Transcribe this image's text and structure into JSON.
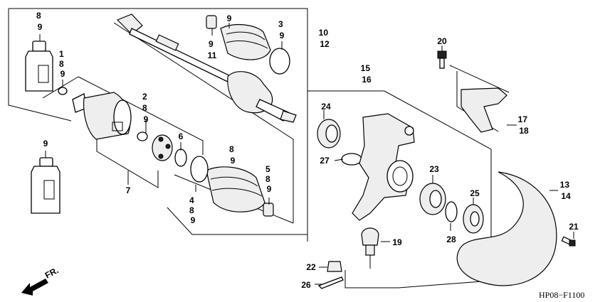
{
  "labels": [
    {
      "id": "ref-8-9-oil-top",
      "lines": [
        "8",
        "9"
      ]
    },
    {
      "id": "ref-1-8-9",
      "lines": [
        "1",
        "8",
        "9"
      ]
    },
    {
      "id": "ref-9-oil-bottom",
      "lines": [
        "9"
      ]
    },
    {
      "id": "ref-7",
      "lines": [
        "7"
      ]
    },
    {
      "id": "ref-2-8-9",
      "lines": [
        "2",
        "8",
        "9"
      ]
    },
    {
      "id": "ref-6",
      "lines": [
        "6"
      ]
    },
    {
      "id": "ref-9-11",
      "lines": [
        "9",
        "11"
      ]
    },
    {
      "id": "ref-9-boot-top",
      "lines": [
        "9"
      ]
    },
    {
      "id": "ref-3-9",
      "lines": [
        "3",
        "9"
      ]
    },
    {
      "id": "ref-10-12",
      "lines": [
        "10",
        "12"
      ]
    },
    {
      "id": "ref-8-9-boot-bottom",
      "lines": [
        "8",
        "9"
      ]
    },
    {
      "id": "ref-5-8-9",
      "lines": [
        "5",
        "8",
        "9"
      ]
    },
    {
      "id": "ref-4-8-9",
      "lines": [
        "4",
        "8",
        "9"
      ]
    },
    {
      "id": "ref-15-16",
      "lines": [
        "15",
        "16"
      ]
    },
    {
      "id": "ref-24",
      "lines": [
        "24"
      ]
    },
    {
      "id": "ref-27",
      "lines": [
        "27"
      ]
    },
    {
      "id": "ref-23",
      "lines": [
        "23"
      ]
    },
    {
      "id": "ref-25",
      "lines": [
        "25"
      ]
    },
    {
      "id": "ref-28",
      "lines": [
        "28"
      ]
    },
    {
      "id": "ref-19",
      "lines": [
        "19"
      ]
    },
    {
      "id": "ref-22",
      "lines": [
        "22"
      ]
    },
    {
      "id": "ref-26",
      "lines": [
        "26"
      ]
    },
    {
      "id": "ref-20",
      "lines": [
        "20"
      ]
    },
    {
      "id": "ref-17-18",
      "lines": [
        "17",
        "18"
      ]
    },
    {
      "id": "ref-13-14",
      "lines": [
        "13",
        "14"
      ]
    },
    {
      "id": "ref-21",
      "lines": [
        "21"
      ]
    }
  ],
  "direction_arrow": {
    "text": "FR."
  },
  "diagram_code": "HP08−F1100"
}
